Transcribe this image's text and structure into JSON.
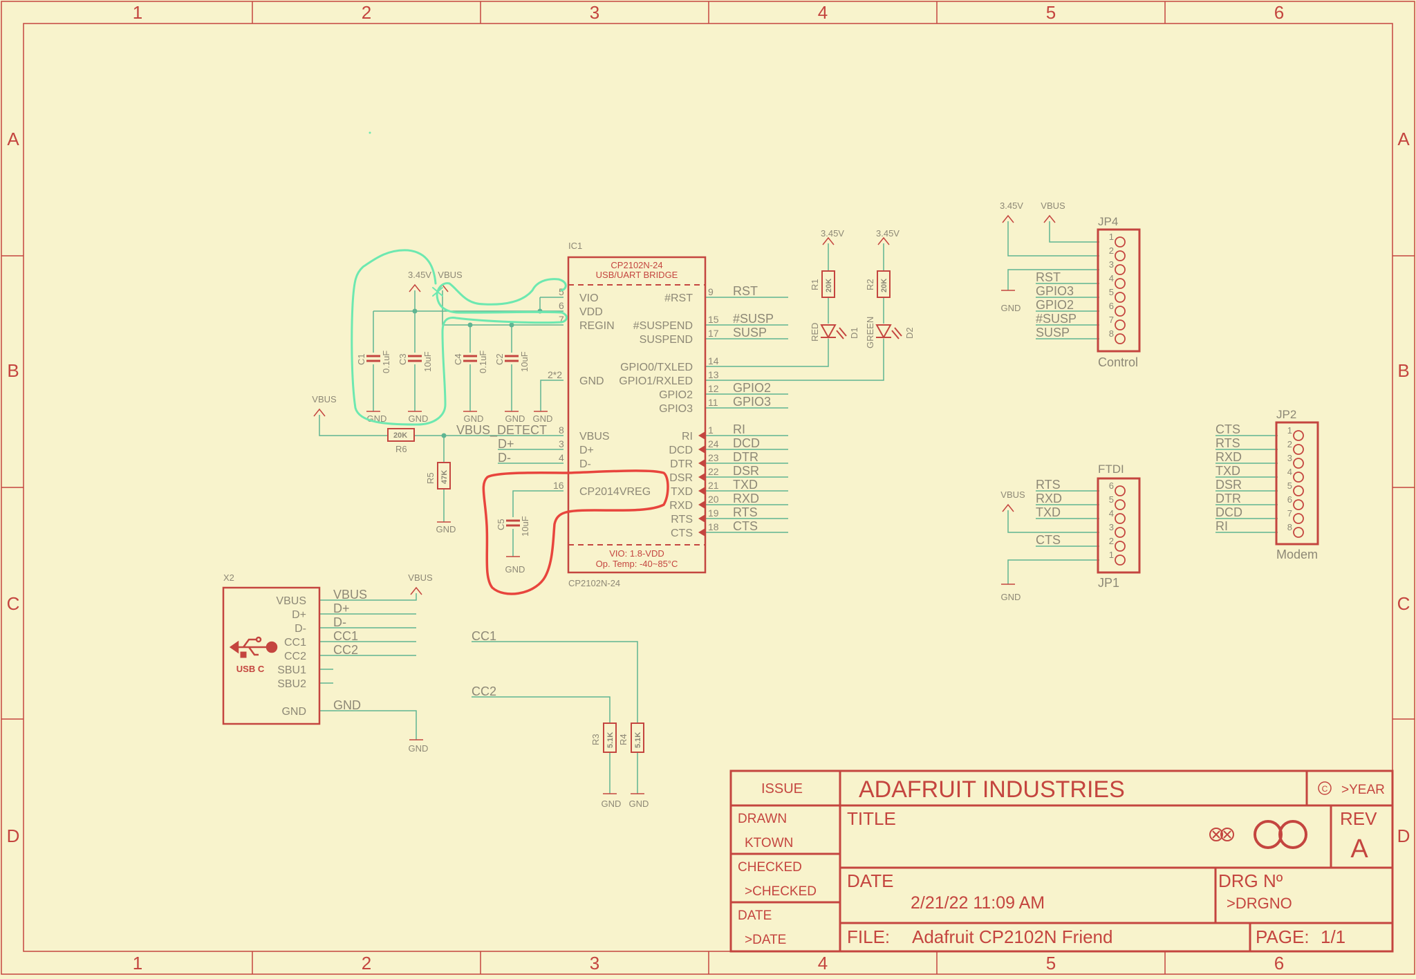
{
  "frame": {
    "columns": [
      "1",
      "2",
      "3",
      "4",
      "5",
      "6"
    ],
    "rows": [
      "A",
      "B",
      "C",
      "D"
    ]
  },
  "ic1": {
    "ref": "IC1",
    "title": "CP2102N-24",
    "subtitle": "USB/UART BRIDGE",
    "footer1": "VIO: 1.8-VDD",
    "footer2": "Op. Temp: -40~85°C",
    "value": "CP2102N-24",
    "left_pins": [
      {
        "name": "VIO",
        "num": "5"
      },
      {
        "name": "VDD",
        "num": "6"
      },
      {
        "name": "REGIN",
        "num": "7"
      },
      {
        "name": "GND",
        "num": "2*2"
      },
      {
        "name": "VBUS",
        "num": "8"
      },
      {
        "name": "D+",
        "num": "3"
      },
      {
        "name": "D-",
        "num": "4"
      },
      {
        "name": "CP2014VREG",
        "num": "16"
      }
    ],
    "right_pins": [
      {
        "name": "#RST",
        "num": "9",
        "net": "RST"
      },
      {
        "name": "#SUSPEND",
        "num": "15",
        "net": "#SUSP"
      },
      {
        "name": "SUSPEND",
        "num": "17",
        "net": "SUSP"
      },
      {
        "name": "GPIO0/TXLED",
        "num": "14",
        "net": ""
      },
      {
        "name": "GPIO1/RXLED",
        "num": "13",
        "net": ""
      },
      {
        "name": "GPIO2",
        "num": "12",
        "net": "GPIO2"
      },
      {
        "name": "GPIO3",
        "num": "11",
        "net": "GPIO3"
      },
      {
        "name": "RI",
        "num": "1",
        "net": "RI"
      },
      {
        "name": "DCD",
        "num": "24",
        "net": "DCD"
      },
      {
        "name": "DTR",
        "num": "23",
        "net": "DTR"
      },
      {
        "name": "DSR",
        "num": "22",
        "net": "DSR"
      },
      {
        "name": "TXD",
        "num": "21",
        "net": "TXD"
      },
      {
        "name": "RXD",
        "num": "20",
        "net": "RXD"
      },
      {
        "name": "RTS",
        "num": "19",
        "net": "RTS"
      },
      {
        "name": "CTS",
        "num": "18",
        "net": "CTS"
      }
    ]
  },
  "power": {
    "v345": "3.45V",
    "vbus": "VBUS",
    "gnd": "GND"
  },
  "nets": {
    "vbus_detect": "VBUS_DETECT",
    "dplus": "D+",
    "dminus": "D-",
    "cc1": "CC1",
    "cc2": "CC2"
  },
  "caps": [
    {
      "ref": "C1",
      "value": "0.1uF"
    },
    {
      "ref": "C3",
      "value": "10uF"
    },
    {
      "ref": "C4",
      "value": "0.1uF"
    },
    {
      "ref": "C2",
      "value": "10uF"
    },
    {
      "ref": "C5",
      "value": "10uF"
    }
  ],
  "resistors": [
    {
      "ref": "R6",
      "value": "20K"
    },
    {
      "ref": "R5",
      "value": "47K"
    },
    {
      "ref": "R1",
      "value": "20K"
    },
    {
      "ref": "R2",
      "value": "20K"
    },
    {
      "ref": "R3",
      "value": "5.1K"
    },
    {
      "ref": "R4",
      "value": "5.1K"
    }
  ],
  "leds": [
    {
      "ref": "D1",
      "color": "RED"
    },
    {
      "ref": "D2",
      "color": "GREEN"
    }
  ],
  "usb": {
    "ref": "X2",
    "label": "USB C",
    "pins": [
      "VBUS",
      "D+",
      "D-",
      "CC1",
      "CC2",
      "SBU1",
      "SBU2",
      "GND"
    ],
    "nets": [
      "VBUS",
      "D+",
      "D-",
      "CC1",
      "CC2",
      "",
      "",
      "GND"
    ]
  },
  "jp4": {
    "ref": "JP4",
    "label": "Control",
    "nums": [
      "1",
      "2",
      "3",
      "4",
      "5",
      "6",
      "7",
      "8"
    ],
    "nets": [
      "",
      "",
      "",
      "RST",
      "GPIO3",
      "GPIO2",
      "#SUSP",
      "SUSP"
    ]
  },
  "jp1": {
    "ref": "FTDI",
    "label": "JP1",
    "nums": [
      "6",
      "5",
      "4",
      "3",
      "2",
      "1"
    ],
    "nets": [
      "RTS",
      "RXD",
      "TXD",
      "",
      "CTS",
      ""
    ]
  },
  "jp2": {
    "ref": "JP2",
    "label": "Modem",
    "nums": [
      "1",
      "2",
      "3",
      "4",
      "5",
      "6",
      "7",
      "8"
    ],
    "nets": [
      "CTS",
      "RTS",
      "RXD",
      "TXD",
      "DSR",
      "DTR",
      "DCD",
      "RI"
    ]
  },
  "titleblock": {
    "issue": "ISSUE",
    "company": "ADAFRUIT INDUSTRIES",
    "copyright": ">YEAR",
    "copyright_symbol": "C",
    "drawn": "DRAWN",
    "drawn_by": "KTOWN",
    "checked": "CHECKED",
    "checked_by": ">CHECKED",
    "date_label": "DATE",
    "date_value": ">DATE",
    "title_label": "TITLE",
    "rev_label": "REV",
    "rev": "A",
    "date2_label": "DATE",
    "date2_value": "2/21/22 11:09 AM",
    "drg_label": "DRG Nº",
    "drg_value": ">DRGNO",
    "file_label": "FILE:",
    "file_value": "Adafruit CP2102N Friend",
    "page_label": "PAGE:",
    "page_value": "1/1"
  }
}
